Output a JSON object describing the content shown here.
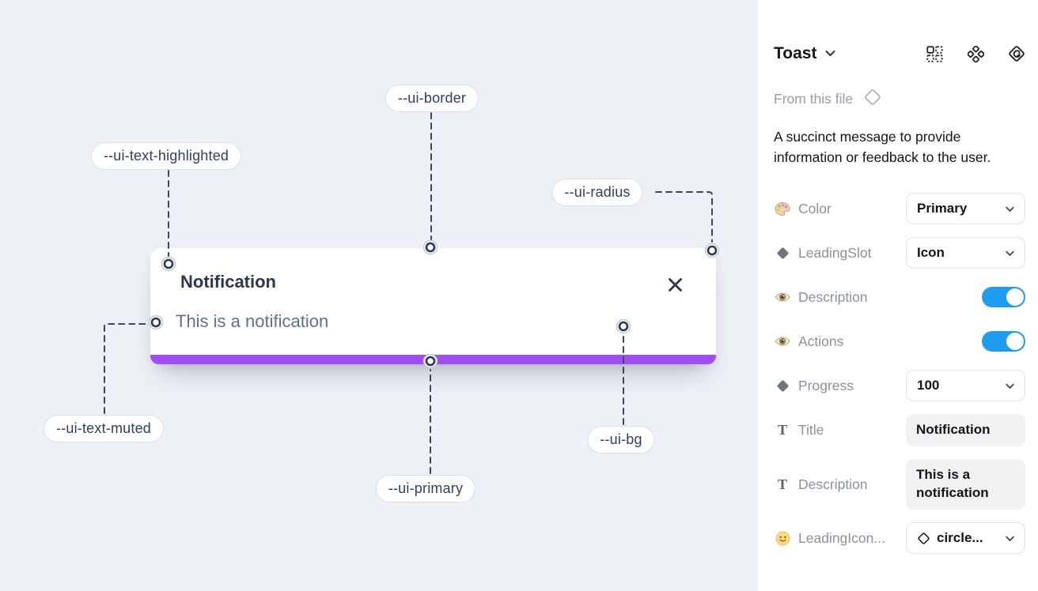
{
  "colors": {
    "canvas_bg": "#edf1f6",
    "panel_bg": "#ffffff",
    "primary_purple": "#a14df4",
    "toggle_blue": "#1f9cf0",
    "connector_navy": "#3a4660",
    "toast_title_navy": "#2b3750",
    "toast_muted_text": "#5f7090"
  },
  "icons": {
    "text_glyph": "T",
    "header": [
      "instance-grid-icon",
      "component-icon",
      "return-to-instance-icon"
    ],
    "row_icons": [
      "palette-icon",
      "diamond-icon",
      "eye-icon",
      "eye-icon",
      "diamond-icon",
      "text-icon",
      "text-icon",
      "smiley-icon"
    ]
  },
  "canvas": {
    "toast": {
      "title": "Notification",
      "description": "This is a notification"
    },
    "variable_labels": [
      {
        "name": "--ui-text-highlighted"
      },
      {
        "name": "--ui-border"
      },
      {
        "name": "--ui-radius"
      },
      {
        "name": "--ui-text-muted"
      },
      {
        "name": "--ui-primary"
      },
      {
        "name": "--ui-bg"
      }
    ]
  },
  "panel": {
    "title": "Toast",
    "source_label": "From this file",
    "description": "A succinct message to provide information or feedback to the user.",
    "properties": [
      {
        "label": "Color",
        "type": "dropdown",
        "value": "Primary"
      },
      {
        "label": "LeadingSlot",
        "type": "dropdown",
        "value": "Icon"
      },
      {
        "label": "Description",
        "type": "toggle",
        "value": "on"
      },
      {
        "label": "Actions",
        "type": "toggle",
        "value": "on"
      },
      {
        "label": "Progress",
        "type": "dropdown",
        "value": "100"
      },
      {
        "label": "Title",
        "type": "text",
        "value": "Notification"
      },
      {
        "label": "Description",
        "type": "text",
        "value": "This is a notification"
      },
      {
        "label": "LeadingIcon...",
        "type": "icon-dropdown",
        "value": "circle..."
      }
    ]
  }
}
